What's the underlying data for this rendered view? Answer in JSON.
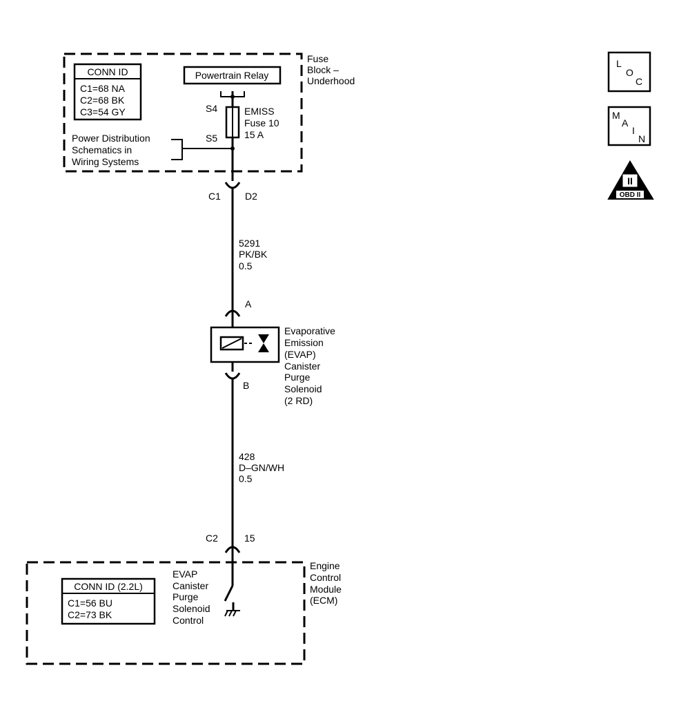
{
  "fuse_block": {
    "title_lines": [
      "Fuse",
      "Block –",
      "Underhood"
    ],
    "conn_id": {
      "header": "CONN ID",
      "rows": [
        "C1=68 NA",
        "C2=68 BK",
        "C3=54 GY"
      ]
    },
    "relay_label": "Powertrain Relay",
    "splice_top": "S4",
    "splice_bottom": "S5",
    "fuse_lines": [
      "EMISS",
      "Fuse 10",
      "15 A"
    ],
    "power_dist_lines": [
      "Power Distribution",
      "Schematics in",
      "Wiring Systems"
    ]
  },
  "connector_c1": {
    "name": "C1",
    "pin": "D2"
  },
  "wire_1": {
    "circuit": "5291",
    "color": "PK/BK",
    "size": "0.5"
  },
  "solenoid": {
    "pin_a": "A",
    "pin_b": "B",
    "name_lines": [
      "Evaporative",
      "Emission",
      "(EVAP)",
      "Canister",
      "Purge",
      "Solenoid",
      "(2 RD)"
    ]
  },
  "wire_2": {
    "circuit": "428",
    "color": "D–GN/WH",
    "size": "0.5"
  },
  "connector_c2": {
    "name": "C2",
    "pin": "15"
  },
  "ecm": {
    "title_lines": [
      "Engine",
      "Control",
      "Module",
      "(ECM)"
    ],
    "conn_id": {
      "header": "CONN ID (2.2L)",
      "rows": [
        "C1=56 BU",
        "C2=73 BK"
      ]
    },
    "control_lines": [
      "EVAP",
      "Canister",
      "Purge",
      "Solenoid",
      "Control"
    ]
  },
  "badges": {
    "loc": [
      "L",
      "O",
      "C"
    ],
    "main": [
      "M",
      "A",
      "I",
      "N"
    ],
    "obd": {
      "roman": "II",
      "label": "OBD II"
    }
  }
}
